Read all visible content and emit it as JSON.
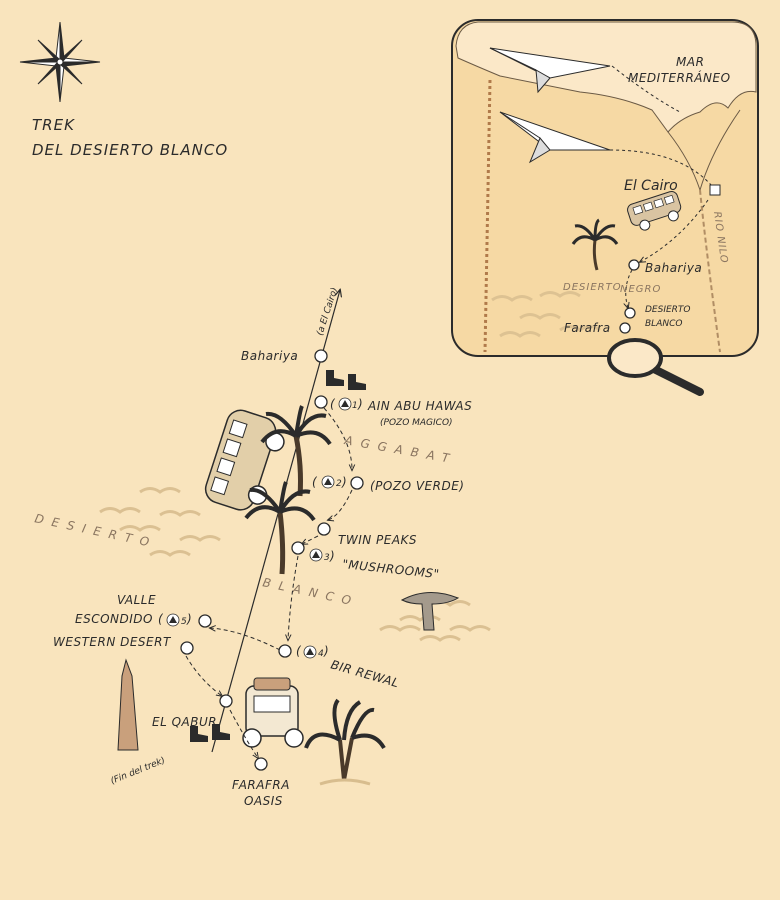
{
  "title": {
    "line1": "TREK",
    "line2": "DEL DESIERTO BLANCO"
  },
  "colors": {
    "background": "#f9e4bd",
    "ink": "#2b2b2b",
    "region_text": "#8a7560",
    "inset_land": "#f6d9a4",
    "inset_sea": "#fbe8c8"
  },
  "compass": {
    "icon": "compass-rose-icon"
  },
  "route": {
    "road_label": "(a El Cairo)",
    "stops": [
      {
        "id": "bahariya",
        "label": "Bahariya"
      },
      {
        "id": "ain-abu-hawas",
        "label": "AIN ABU HAWAS",
        "sublabel": "(POZO MAGICO)",
        "camp": "1"
      },
      {
        "id": "pozo-verde",
        "label": "(POZO VERDE)",
        "camp": "2"
      },
      {
        "id": "twin-peaks",
        "label": "TWIN PEAKS"
      },
      {
        "id": "mushrooms",
        "label": "\"MUSHROOMS\"",
        "camp": "3"
      },
      {
        "id": "bir-rewal",
        "label": "BIR REWAL",
        "camp": "4"
      },
      {
        "id": "valle-escondido",
        "label_line1": "VALLE",
        "label_line2": "ESCONDIDO",
        "camp": "5"
      },
      {
        "id": "western-desert",
        "label": "WESTERN DESERT"
      },
      {
        "id": "el-qabur",
        "label": "EL QABUR",
        "note": "(Fin del trek)"
      },
      {
        "id": "farafra-oasis",
        "label_line1": "FARAFRA",
        "label_line2": "OASIS"
      }
    ]
  },
  "regions": {
    "aggabat": "AGGABAT",
    "desierto": "DESIERTO",
    "blanco": "BLANCO"
  },
  "inset": {
    "sea": "MAR",
    "sea2": "MEDITERRÁNEO",
    "cairo": "El Cairo",
    "bahariya": "Bahariya",
    "desierto_negro_1": "DESIERTO",
    "desierto_negro_2": "NEGRO",
    "desierto_blanco_1": "DESIERTO",
    "desierto_blanco_2": "BLANCO",
    "farafra": "Farafra",
    "nile": "RIO NILO"
  },
  "icons": [
    "paper-plane-icon",
    "bus-icon",
    "palm-tree-icon",
    "hiking-boots-icon",
    "obelisk-icon",
    "jeep-icon",
    "mushroom-rock-icon",
    "magnifying-glass-icon",
    "camp-tent-icon"
  ]
}
